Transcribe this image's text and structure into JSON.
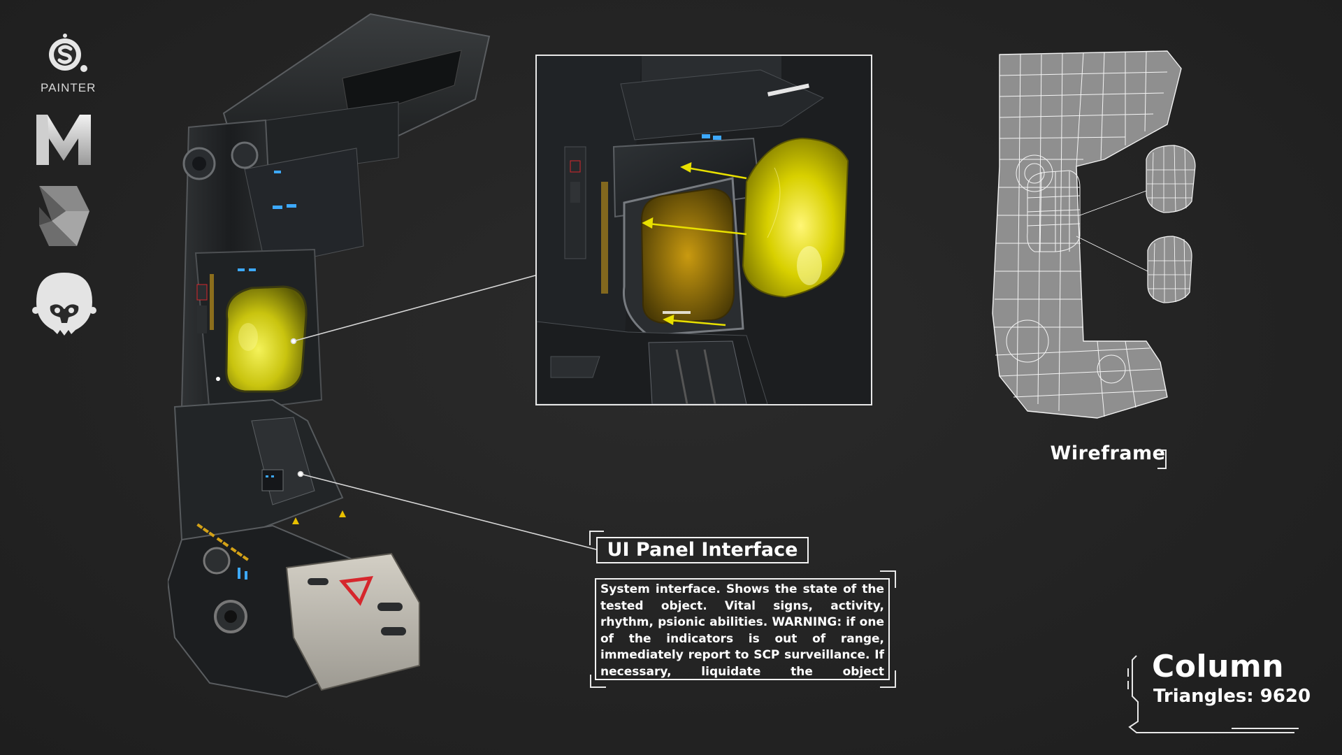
{
  "tools": {
    "painter_label": "PAINTER"
  },
  "callout": {
    "title": "UI Panel Interface",
    "description": "System interface. Shows the state of the tested object. Vital signs, activity, rhythm, psionic abilities. WARNING: if one of the indicators is out of range, immediately report to SCP surveillance. If necessary, liquidate the object"
  },
  "wireframe": {
    "label": "Wireframe"
  },
  "asset": {
    "name": "Column",
    "triangles_label": "Triangles: 9620"
  },
  "colors": {
    "background": "#252525",
    "accent_yellow": "#e8e000",
    "indicator_blue": "#3da9ff",
    "warning_red": "#d6262c",
    "frame_white": "#f2f2f2"
  },
  "icons": [
    "substance-painter-icon",
    "maya-icon",
    "3ds-max-icon",
    "marmoset-toolbag-icon"
  ]
}
